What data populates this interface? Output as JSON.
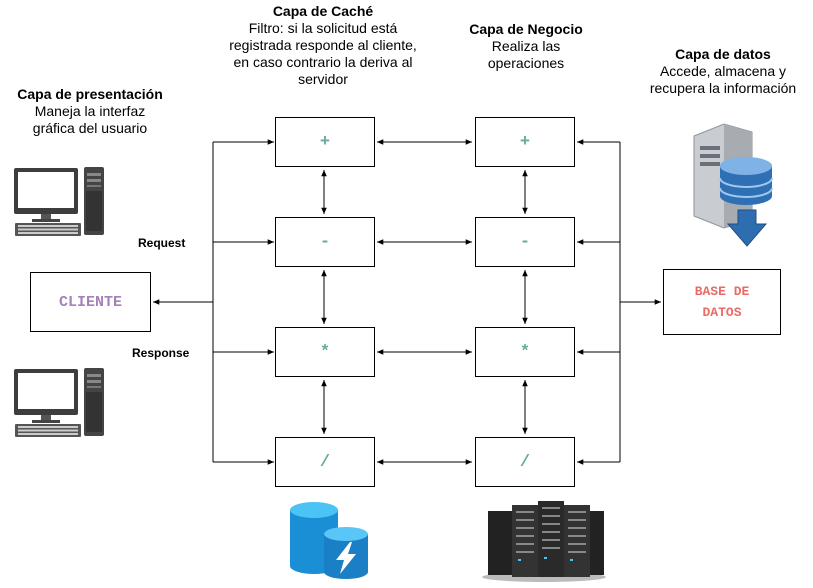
{
  "headers": {
    "presentation": {
      "title": "Capa de presentación",
      "desc": "Maneja la interfaz gráfica del usuario"
    },
    "cache": {
      "title": "Capa de Caché",
      "desc": "Filtro: si la solicitud está registrada responde al cliente, en caso contrario la deriva al servidor"
    },
    "business": {
      "title": "Capa de Negocio",
      "desc": "Realiza las operaciones"
    },
    "data": {
      "title": "Capa de datos",
      "desc": "Accede, almacena y recupera la información"
    }
  },
  "labels": {
    "request": "Request",
    "response": "Response"
  },
  "client": "CLIENTE",
  "database": "BASE DE DATOS",
  "cache_ops": [
    "+",
    "-",
    "*",
    "/"
  ],
  "business_ops": [
    "+",
    "-",
    "*",
    "/"
  ],
  "colors": {
    "ops": "#67AB9F",
    "client": "#A680B8",
    "database": "#EA6B66"
  },
  "icons": [
    "computer-icon",
    "computer-icon",
    "database-server-icon",
    "cache-storage-icon",
    "server-rack-icon"
  ]
}
